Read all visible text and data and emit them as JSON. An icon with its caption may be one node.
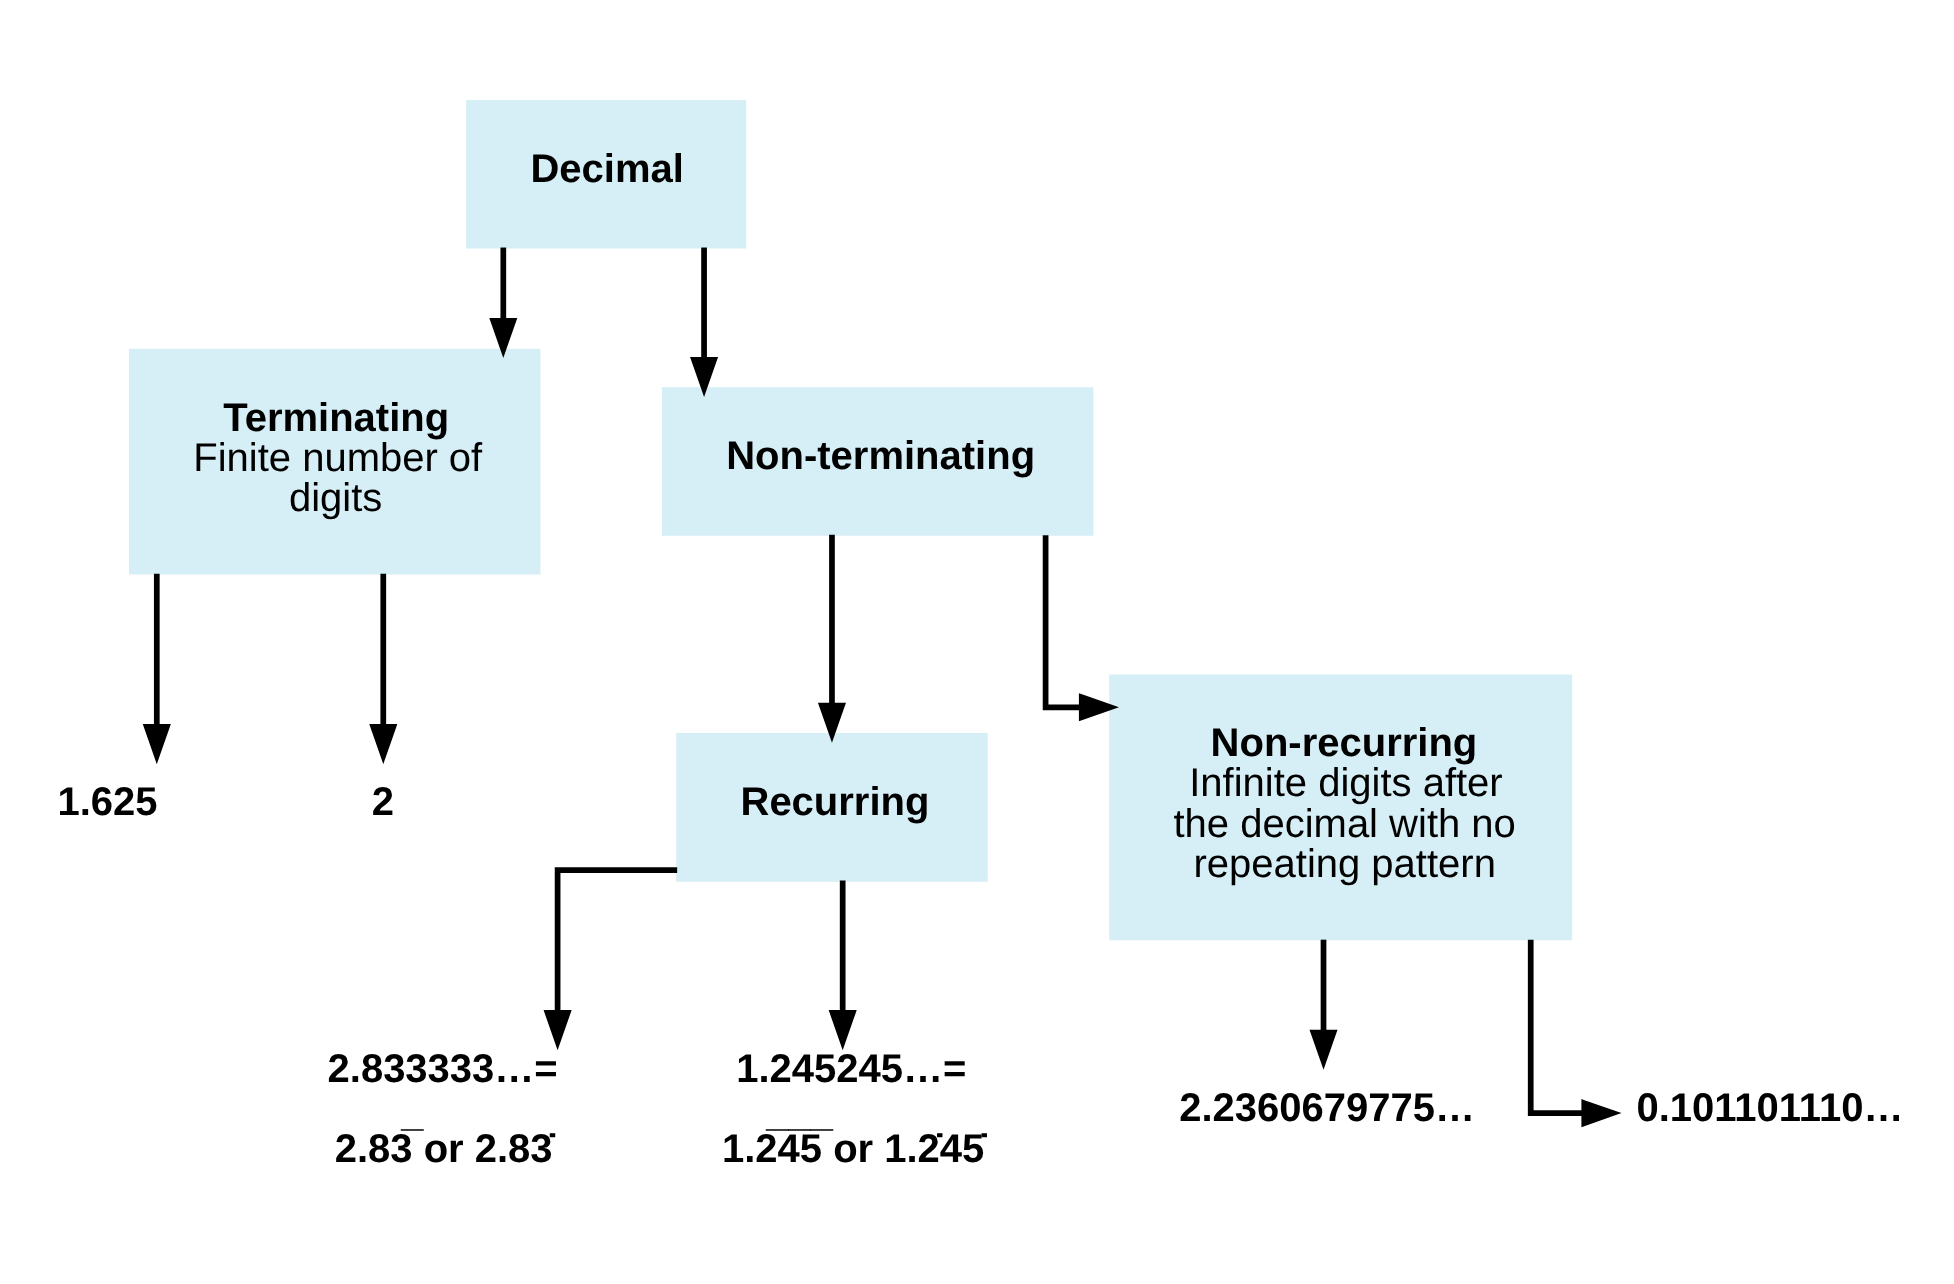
{
  "diagram": {
    "nodes": [
      {
        "text": [
          "Decimal"
        ]
      },
      {
        "text": [
          "Terminating",
          "Finite number of digits"
        ]
      },
      {
        "text": [
          "Non-terminating"
        ]
      },
      {
        "text": [
          "1.625"
        ]
      },
      {
        "text": [
          "2"
        ]
      },
      {
        "text": [
          "Recurring"
        ]
      },
      {
        "text": [
          "Non-recurring",
          "Infinite digits after the decimal with no repeating pattern"
        ]
      },
      {
        "text": [
          "2.833333…=",
          "2.83̅ or 2.83̇"
        ]
      },
      {
        "text": [
          "1.245245…=",
          "1.2̅4̅5̅ or 1.2̇45̇"
        ]
      },
      {
        "text": [
          "2.2360679775…"
        ]
      },
      {
        "text": [
          "0.101101110…"
        ]
      }
    ],
    "edges": [
      {
        "from": 0,
        "to": 1,
        "arrow": "to"
      },
      {
        "from": 0,
        "to": 2,
        "arrow": "to"
      },
      {
        "from": 1,
        "to": 3,
        "arrow": "to"
      },
      {
        "from": 1,
        "to": 4,
        "arrow": "to"
      },
      {
        "from": 2,
        "to": 5,
        "arrow": "to"
      },
      {
        "from": 2,
        "to": 6,
        "arrow": "to"
      },
      {
        "from": 5,
        "to": 7,
        "arrow": "to"
      },
      {
        "from": 5,
        "to": 8,
        "arrow": "to"
      },
      {
        "from": 6,
        "to": 9,
        "arrow": "to"
      },
      {
        "from": 6,
        "to": 10,
        "arrow": "to"
      }
    ]
  }
}
